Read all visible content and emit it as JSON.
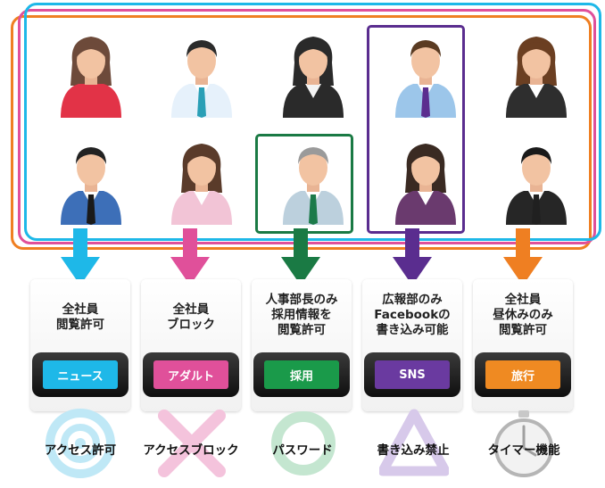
{
  "colors": {
    "cyan": "#1eb8e8",
    "pink": "#e0509a",
    "orange": "#ef7f22",
    "green": "#1a7a44",
    "purple": "#5a2d8f",
    "gray": "#8a8a8a"
  },
  "people": [
    {
      "name": "woman-red-top",
      "row": 1,
      "col": 1
    },
    {
      "name": "man-white-shirt-teal-tie",
      "row": 1,
      "col": 2
    },
    {
      "name": "woman-black-suit",
      "row": 1,
      "col": 3
    },
    {
      "name": "man-blue-suit-purple-tie",
      "row": 1,
      "col": 4
    },
    {
      "name": "woman-black-jacket",
      "row": 1,
      "col": 5
    },
    {
      "name": "man-blue-suit-black-tie",
      "row": 2,
      "col": 1
    },
    {
      "name": "woman-pink-cardigan",
      "row": 2,
      "col": 2
    },
    {
      "name": "man-gray-hair-green-tie",
      "row": 2,
      "col": 3
    },
    {
      "name": "woman-purple-suit",
      "row": 2,
      "col": 4
    },
    {
      "name": "man-black-suit",
      "row": 2,
      "col": 5
    }
  ],
  "policies": [
    {
      "text": "全社員\n閲覧許可",
      "app": "ニュース",
      "color": "#1eb8e8"
    },
    {
      "text": "全社員\nブロック",
      "app": "アダルト",
      "color": "#e0509a"
    },
    {
      "text": "人事部長のみ\n採用情報を\n閲覧許可",
      "app": "採用",
      "color": "#1a7a44"
    },
    {
      "text": "広報部のみ\nFacebookの\n書き込み可能",
      "app": "SNS",
      "color": "#5a2d8f"
    },
    {
      "text": "全社員\n昼休みのみ\n閲覧許可",
      "app": "旅行",
      "color": "#ef7f22"
    }
  ],
  "features": [
    {
      "label": "アクセス許可",
      "icon": "target-icon"
    },
    {
      "label": "アクセスブロック",
      "icon": "cross-icon"
    },
    {
      "label": "パスワード",
      "icon": "ring-icon"
    },
    {
      "label": "書き込み禁止",
      "icon": "triangle-icon"
    },
    {
      "label": "タイマー機能",
      "icon": "stopwatch-icon"
    }
  ]
}
